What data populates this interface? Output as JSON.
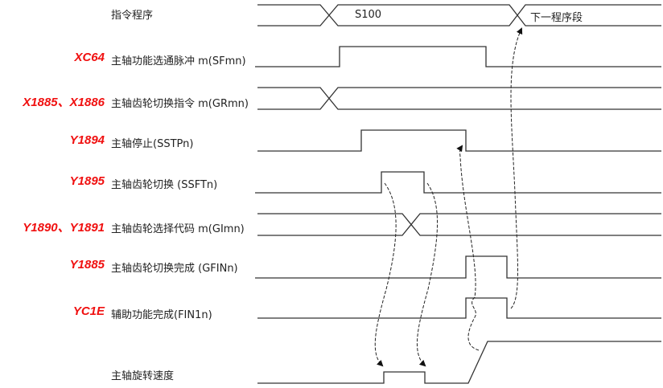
{
  "signals": [
    {
      "code": "",
      "name": "指令程序"
    },
    {
      "code": "XC64",
      "name": "主轴功能选通脉冲 m(SFmn)"
    },
    {
      "code": "X1885、X1886",
      "name": "主轴齿轮切换指令 m(GRmn)"
    },
    {
      "code": "Y1894",
      "name": "主轴停止(SSTPn)"
    },
    {
      "code": "Y1895",
      "name": "主轴齿轮切换 (SSFTn)"
    },
    {
      "code": "Y1890、Y1891",
      "name": "主轴齿轮选择代码 m(GImn)"
    },
    {
      "code": "Y1885",
      "name": "主轴齿轮切换完成 (GFINn)"
    },
    {
      "code": "YC1E",
      "name": "辅助功能完成(FIN1n)"
    },
    {
      "code": "",
      "name": "主轴旋转速度"
    }
  ],
  "bus_values": {
    "program_current": "S100",
    "program_next": "下一程序段"
  },
  "colors": {
    "code": "#f01010",
    "line": "#333333"
  }
}
